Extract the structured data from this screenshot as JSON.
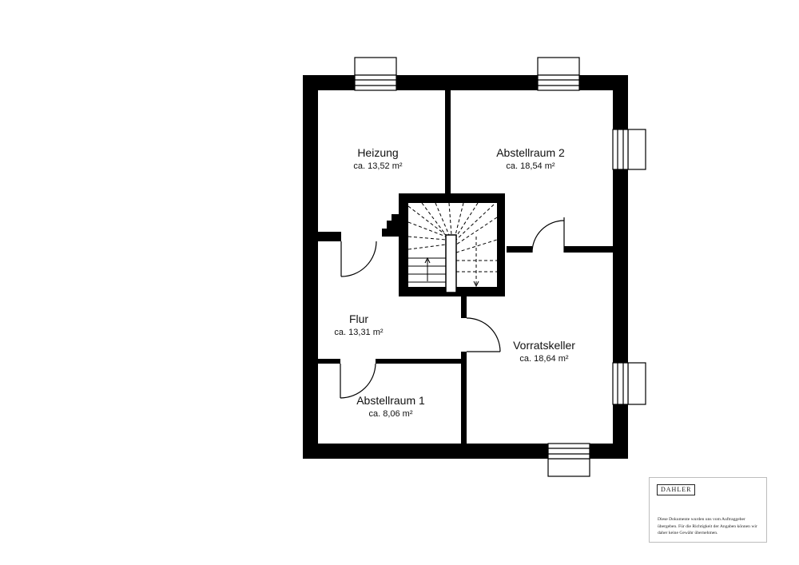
{
  "rooms": {
    "heizung": {
      "name": "Heizung",
      "area": "ca. 13,52 m²"
    },
    "abstellraum2": {
      "name": "Abstellraum 2",
      "area": "ca. 18,54 m²"
    },
    "flur": {
      "name": "Flur",
      "area": "ca. 13,31 m²"
    },
    "vorratskeller": {
      "name": "Vorratskeller",
      "area": "ca. 18,64 m²"
    },
    "abstellraum1": {
      "name": "Abstellraum 1",
      "area": "ca. 8,06 m²"
    }
  },
  "logo": {
    "brand": "DAHLER",
    "disclaimer": "Diese Dokumente wurden uns vom Auftraggeber übergeben. Für die Richtigkeit der Angaben können wir daher keine Gewähr übernehmen."
  },
  "colors": {
    "wall": "#000000",
    "background": "#ffffff"
  }
}
